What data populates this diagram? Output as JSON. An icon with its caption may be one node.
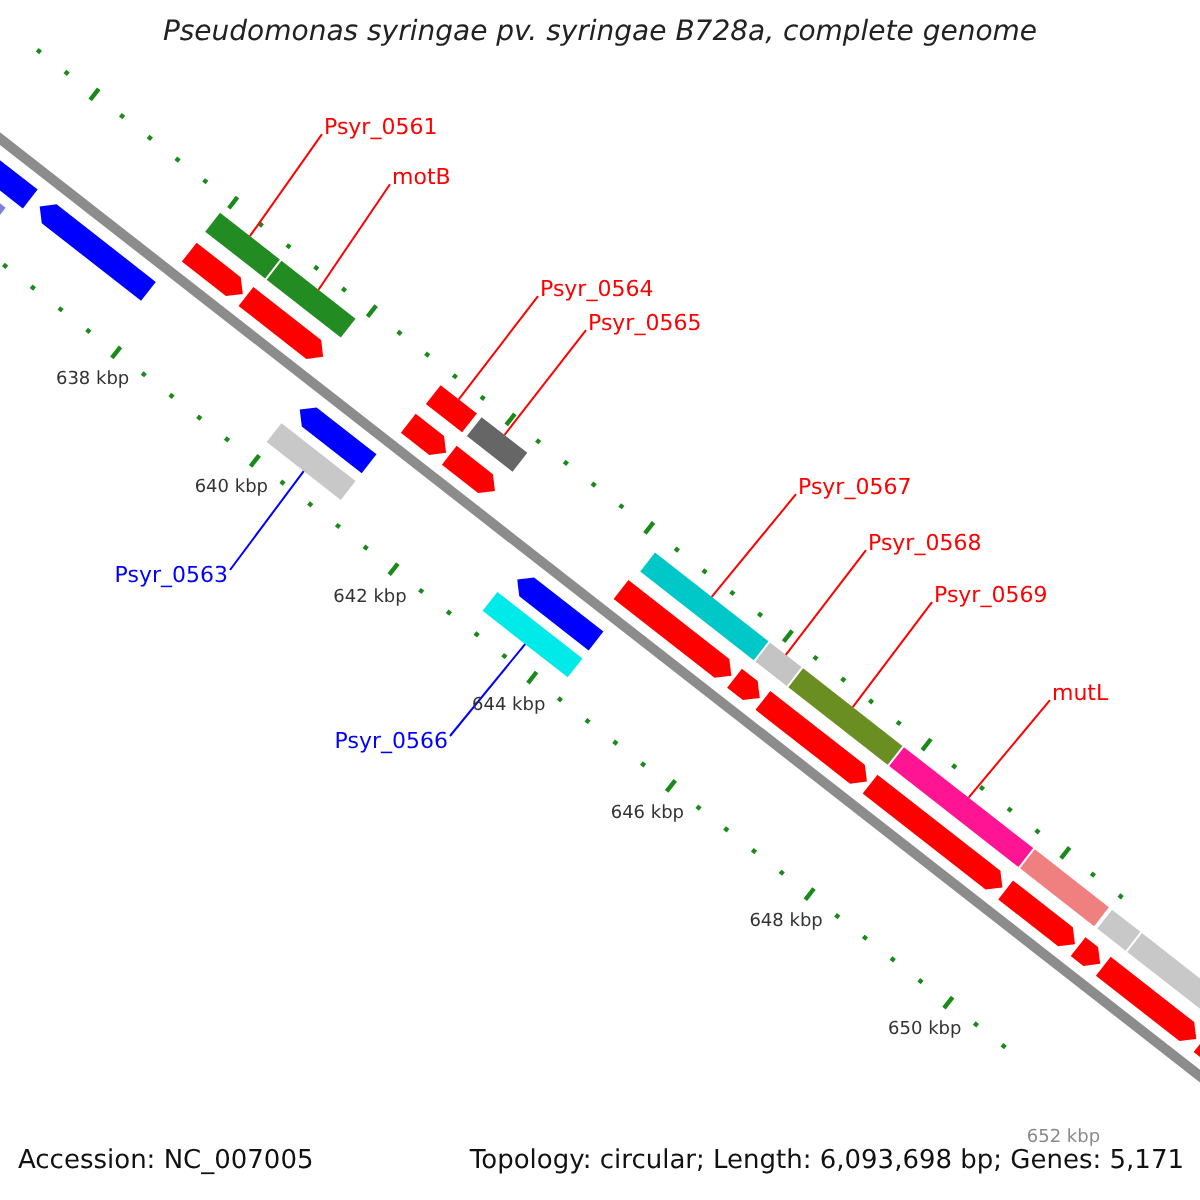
{
  "diagram": {
    "title": "Pseudomonas syringae pv. syringae B728a, complete genome",
    "nodes": [
      {
        "text": [
          "Psyr_0561"
        ]
      },
      {
        "text": [
          "motB"
        ]
      },
      {
        "text": [
          "Psyr_0563"
        ]
      },
      {
        "text": [
          "Psyr_0564"
        ]
      },
      {
        "text": [
          "Psyr_0565"
        ]
      },
      {
        "text": [
          "Psyr_0566"
        ]
      },
      {
        "text": [
          "Psyr_0567"
        ]
      },
      {
        "text": [
          "Psyr_0568"
        ]
      },
      {
        "text": [
          "Psyr_0569"
        ]
      },
      {
        "text": [
          "mutL"
        ]
      },
      {
        "text": [],
        "shape": "bar"
      },
      {
        "text": [],
        "shape": "bar"
      },
      {
        "text": [],
        "shape": "bar"
      },
      {
        "text": [],
        "shape": "bar"
      },
      {
        "text": [],
        "shape": "bar"
      },
      {
        "text": [],
        "shape": "bar"
      },
      {
        "text": [],
        "shape": "bar"
      },
      {
        "text": [],
        "shape": "bar"
      },
      {
        "text": [],
        "shape": "bar"
      },
      {
        "text": [],
        "shape": "bar"
      }
    ],
    "edges": [
      {
        "from": 0,
        "to": 10,
        "arrow": "none"
      },
      {
        "from": 1,
        "to": 11,
        "arrow": "none"
      },
      {
        "from": 2,
        "to": 12,
        "arrow": "none",
        "color": "#0000ff"
      },
      {
        "from": 3,
        "to": 13,
        "arrow": "none"
      },
      {
        "from": 4,
        "to": 14,
        "arrow": "none"
      },
      {
        "from": 5,
        "to": 15,
        "arrow": "none",
        "color": "#0000ff"
      },
      {
        "from": 6,
        "to": 16,
        "arrow": "none"
      },
      {
        "from": 7,
        "to": 17,
        "arrow": "none"
      },
      {
        "from": 8,
        "to": 18,
        "arrow": "none"
      },
      {
        "from": 9,
        "to": 19,
        "arrow": "none"
      }
    ],
    "labels": [
      "638 kbp",
      "640 kbp",
      "642 kbp",
      "644 kbp",
      "646 kbp",
      "648 kbp",
      "650 kbp",
      "652 kbp",
      "Accession: NC_007005",
      "Topology: circular; Length: 6,093,698 bp; Genes: 5,171"
    ]
  }
}
